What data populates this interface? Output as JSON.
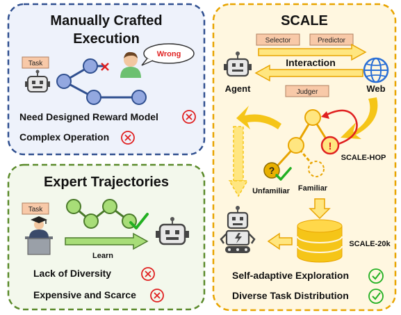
{
  "panels": {
    "manual": {
      "title_line1": "Manually Crafted",
      "title_line2": "Execution",
      "task_tag": "Task",
      "wrong_bubble": "Wrong",
      "drawbacks": [
        "Need Designed Reward Model",
        "Complex Operation"
      ]
    },
    "expert": {
      "title": "Expert Trajectories",
      "task_tag": "Task",
      "learn_label": "Learn",
      "drawbacks": [
        "Lack of Diversity",
        "Expensive and Scarce"
      ]
    },
    "scale": {
      "title": "SCALE",
      "selector_tag": "Selector",
      "predictor_tag": "Predictor",
      "judger_tag": "Judger",
      "interaction_label": "Interaction",
      "agent_label": "Agent",
      "web_label": "Web",
      "hop_label": "SCALE-HOP",
      "unfamiliar_label": "Unfamiliar",
      "familiar_label": "Familiar",
      "dataset_label": "SCALE-20k",
      "benefits": [
        "Self-adaptive Exploration",
        "Diverse Task Distribution"
      ]
    }
  },
  "colors": {
    "blue_border": "#2f4f8f",
    "blue_fill": "#eef2fb",
    "green_border": "#5a8a2a",
    "green_fill": "#f3f8ec",
    "orange_border": "#e8a400",
    "orange_fill": "#fff7e0",
    "tag_fill": "#f8c9a8",
    "node_blue": "#93a8e0",
    "node_green": "#a8dd78",
    "node_yellow": "#ffe680",
    "arrow_yellow": "#f5c518",
    "red": "#e02020",
    "check_green": "#22b022"
  },
  "icons": [
    "robot-icon",
    "person-icon",
    "teacher-icon",
    "globe-icon",
    "database-icon",
    "check-icon",
    "cross-icon",
    "question-icon",
    "exclamation-icon"
  ]
}
